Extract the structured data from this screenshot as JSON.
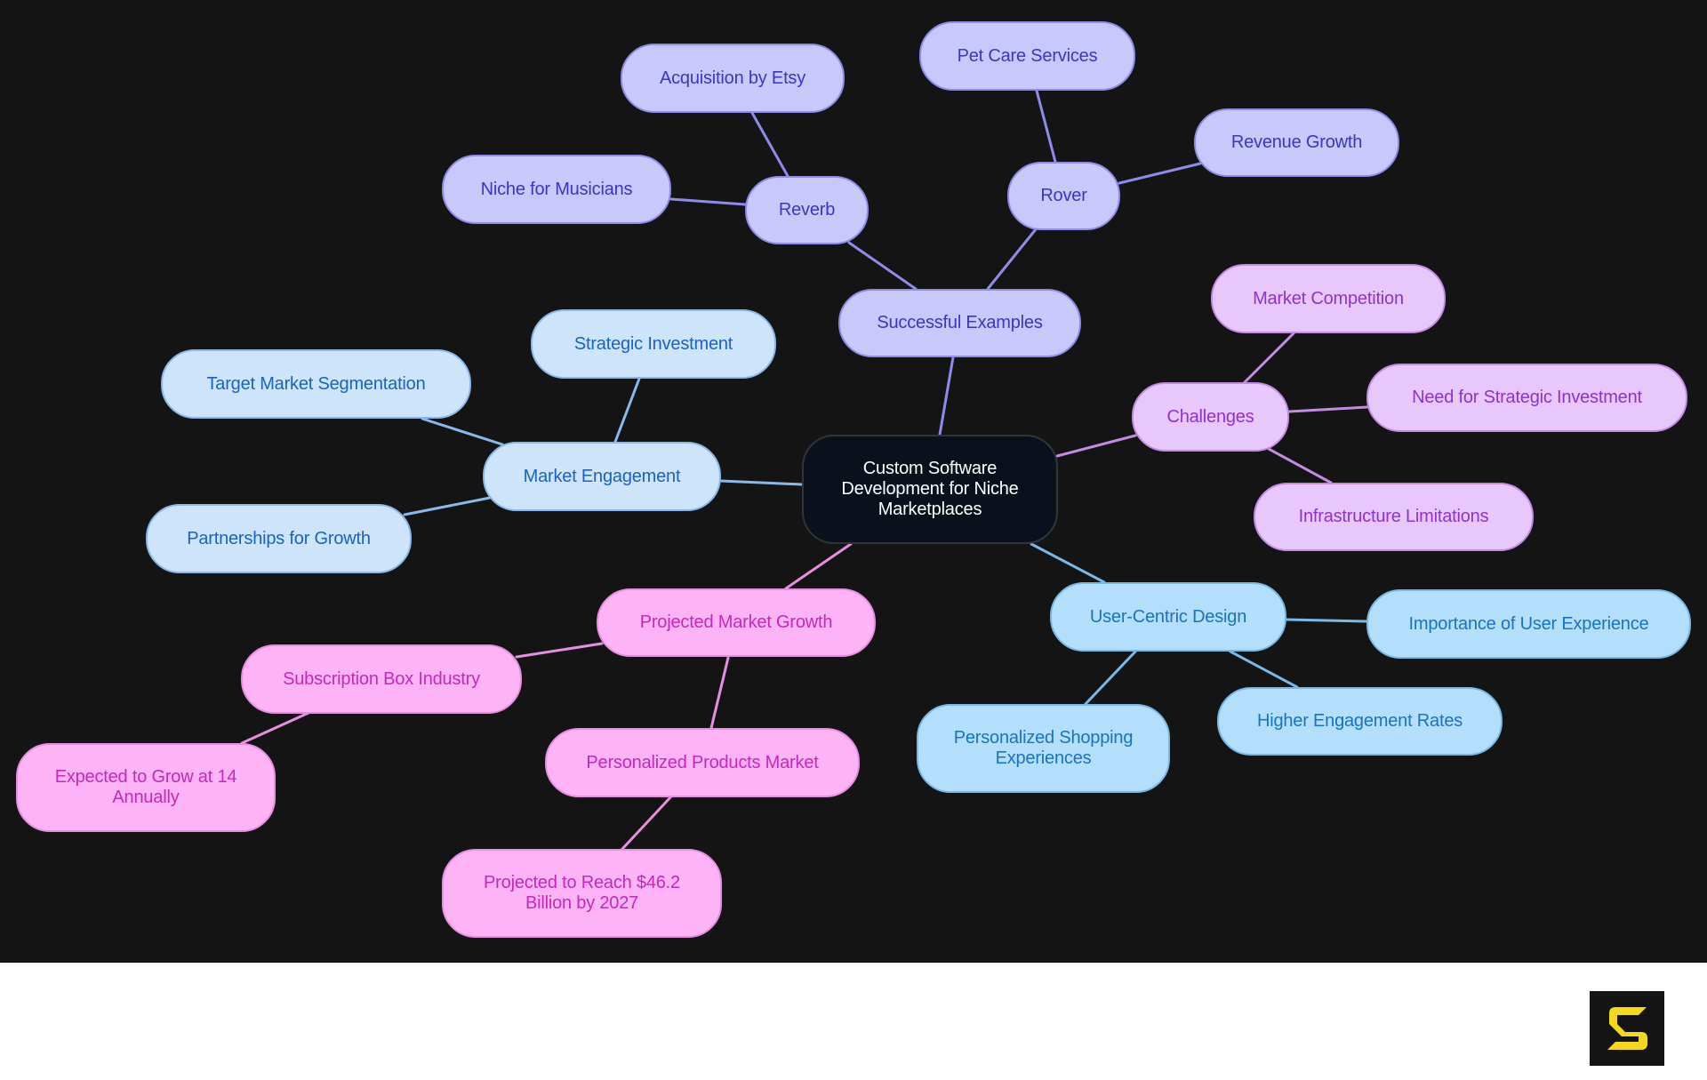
{
  "diagram": {
    "type": "mind-map",
    "root": {
      "label": "Custom Software Development for Niche Marketplaces"
    },
    "colors": {
      "canvas_bg": "#141414",
      "page_bg": "#ffffff",
      "root_fill": "#0b111c",
      "successful_examples": "#c9c8fc",
      "challenges": "#e8c8fc",
      "market_engagement": "#cde4fb",
      "user_centric_design": "#b3dffd",
      "projected_market_growth": "#fdb3f6",
      "logo_accent": "#f5d81c"
    },
    "nodes": {
      "successful_examples": "Successful Examples",
      "reverb": "Reverb",
      "acquisition_by_etsy": "Acquisition by Etsy",
      "niche_for_musicians": "Niche for Musicians",
      "rover": "Rover",
      "pet_care_services": "Pet Care Services",
      "revenue_growth": "Revenue Growth",
      "challenges": "Challenges",
      "market_competition": "Market Competition",
      "need_for_strategic_investment": "Need for Strategic Investment",
      "infrastructure_limitations": "Infrastructure Limitations",
      "market_engagement": "Market Engagement",
      "strategic_investment": "Strategic Investment",
      "target_market_segmentation": "Target Market Segmentation",
      "partnerships_for_growth": "Partnerships for Growth",
      "user_centric_design": "User-Centric Design",
      "importance_of_user_experience": "Importance of User Experience",
      "higher_engagement_rates": "Higher Engagement Rates",
      "personalized_shopping_line1": "Personalized Shopping",
      "personalized_shopping_line2": "Experiences",
      "projected_market_growth": "Projected Market Growth",
      "subscription_box_industry": "Subscription Box Industry",
      "expected_to_grow_line1": "Expected to Grow at 14",
      "expected_to_grow_line2": "Annually",
      "personalized_products_market": "Personalized Products Market",
      "projected_to_reach_line1": "Projected to Reach $46.2",
      "projected_to_reach_line2": "Billion by 2027"
    },
    "root_lines": [
      "Custom Software",
      "Development for Niche",
      "Marketplaces"
    ],
    "tree": [
      {
        "branch": "Successful Examples",
        "children": [
          {
            "label": "Reverb",
            "children": [
              "Acquisition by Etsy",
              "Niche for Musicians"
            ]
          },
          {
            "label": "Rover",
            "children": [
              "Pet Care Services",
              "Revenue Growth"
            ]
          }
        ]
      },
      {
        "branch": "Challenges",
        "children": [
          "Market Competition",
          "Need for Strategic Investment",
          "Infrastructure Limitations"
        ]
      },
      {
        "branch": "Market Engagement",
        "children": [
          "Strategic Investment",
          "Target Market Segmentation",
          "Partnerships for Growth"
        ]
      },
      {
        "branch": "User-Centric Design",
        "children": [
          "Importance of User Experience",
          "Higher Engagement Rates",
          "Personalized Shopping Experiences"
        ]
      },
      {
        "branch": "Projected Market Growth",
        "children": [
          {
            "label": "Subscription Box Industry",
            "children": [
              "Expected to Grow at 14 Annually"
            ]
          },
          {
            "label": "Personalized Products Market",
            "children": [
              "Projected to Reach $46.2 Billion by 2027"
            ]
          }
        ]
      }
    ]
  },
  "logo": {
    "icon": "s-logo-icon"
  }
}
